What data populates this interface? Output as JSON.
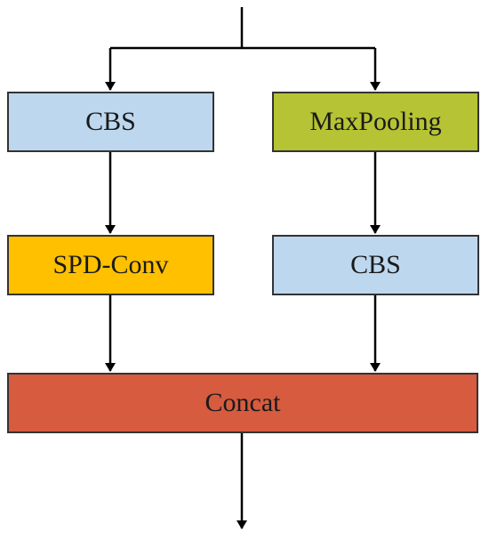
{
  "nodes": {
    "cbs_left": {
      "label": "CBS",
      "color": "#bdd7ee"
    },
    "maxpooling": {
      "label": "MaxPooling",
      "color": "#b5c334"
    },
    "spd_conv": {
      "label": "SPD-Conv",
      "color": "#ffc000"
    },
    "cbs_right": {
      "label": "CBS",
      "color": "#bdd7ee"
    },
    "concat": {
      "label": "Concat",
      "color": "#d65b3f"
    }
  },
  "edges": [
    {
      "from": "input",
      "to": "cbs_left"
    },
    {
      "from": "input",
      "to": "maxpooling"
    },
    {
      "from": "cbs_left",
      "to": "spd_conv"
    },
    {
      "from": "maxpooling",
      "to": "cbs_right"
    },
    {
      "from": "spd_conv",
      "to": "concat"
    },
    {
      "from": "cbs_right",
      "to": "concat"
    },
    {
      "from": "concat",
      "to": "output"
    }
  ],
  "line_color": "#000000"
}
